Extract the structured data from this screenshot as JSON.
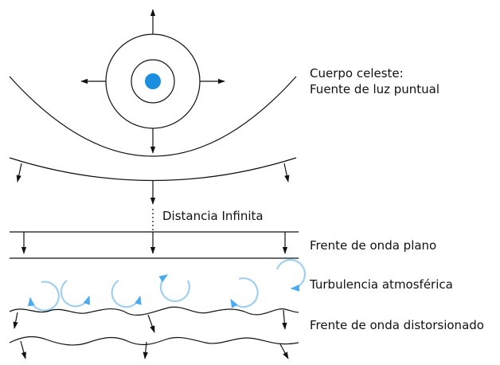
{
  "labels": {
    "source_line1": "Cuerpo celeste:",
    "source_line2": "Fuente de luz puntual",
    "distance": "Distancia Infinita",
    "plane_wave": "Frente de onda plano",
    "turbulence": "Turbulencia atmosférica",
    "distorted_wave": "Frente de onda distorsionado"
  },
  "colors": {
    "ink": "#111111",
    "source_dot": "#1a8fe0",
    "turbulence": "#9fd0f0"
  },
  "icons": {
    "arrow": "arrow-down",
    "eddy_clockwise": "eddy-clockwise-icon",
    "eddy_counterclockwise": "eddy-counterclockwise-icon"
  }
}
